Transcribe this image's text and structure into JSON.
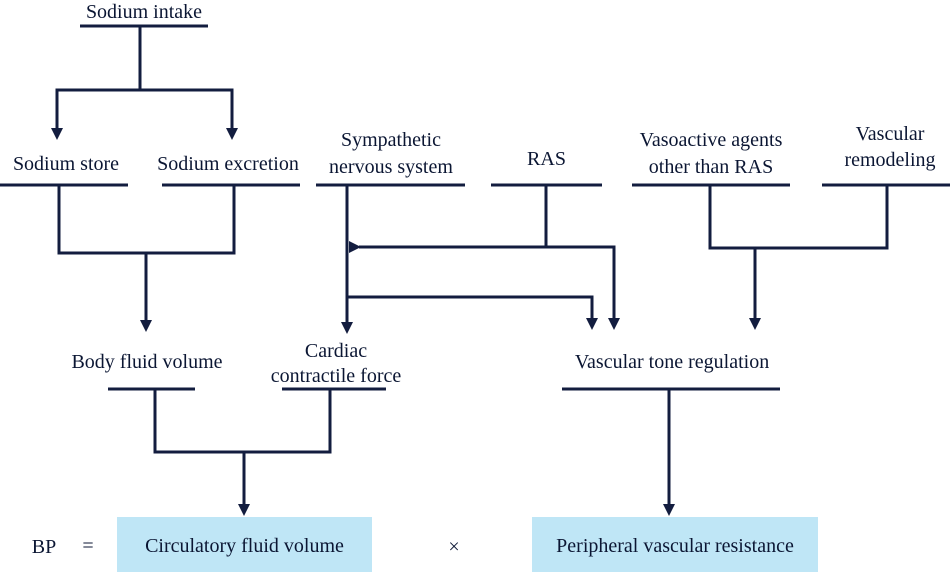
{
  "nodes": {
    "sodium_intake": "Sodium intake",
    "sodium_store": "Sodium store",
    "sodium_excretion": "Sodium excretion",
    "sympathetic_line1": "Sympathetic",
    "sympathetic_line2": "nervous system",
    "ras": "RAS",
    "vasoactive_line1": "Vasoactive agents",
    "vasoactive_line2": "other than RAS",
    "remodeling_line1": "Vascular",
    "remodeling_line2": "remodeling",
    "body_fluid_volume": "Body fluid volume",
    "cardiac_line1": "Cardiac",
    "cardiac_line2": "contractile force",
    "vascular_tone_regulation": "Vascular tone regulation"
  },
  "equation": {
    "lhs": "BP",
    "equals": "=",
    "term1": "Circulatory fluid volume",
    "times": "×",
    "term2": "Peripheral vascular resistance"
  },
  "colors": {
    "line": "#131d3f",
    "box_fill": "#bfe6f6"
  }
}
